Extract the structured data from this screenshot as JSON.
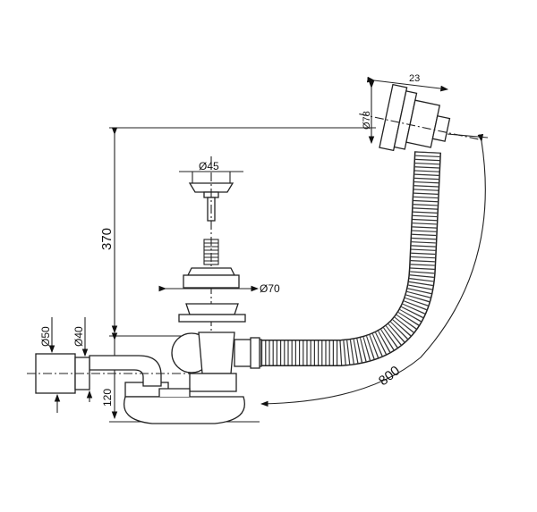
{
  "diagram": {
    "dimensions": {
      "overflow_depth": "23",
      "overflow_diameter": "Ø78",
      "stopper_diameter": "Ø45",
      "height": "370",
      "outlet_diameter": "Ø70",
      "pipe_outer_diameter": "Ø50",
      "pipe_inner_diameter": "Ø40",
      "hose_length": "800",
      "trap_height": "120"
    },
    "colors": {
      "line": "#222222",
      "background": "#ffffff"
    }
  }
}
